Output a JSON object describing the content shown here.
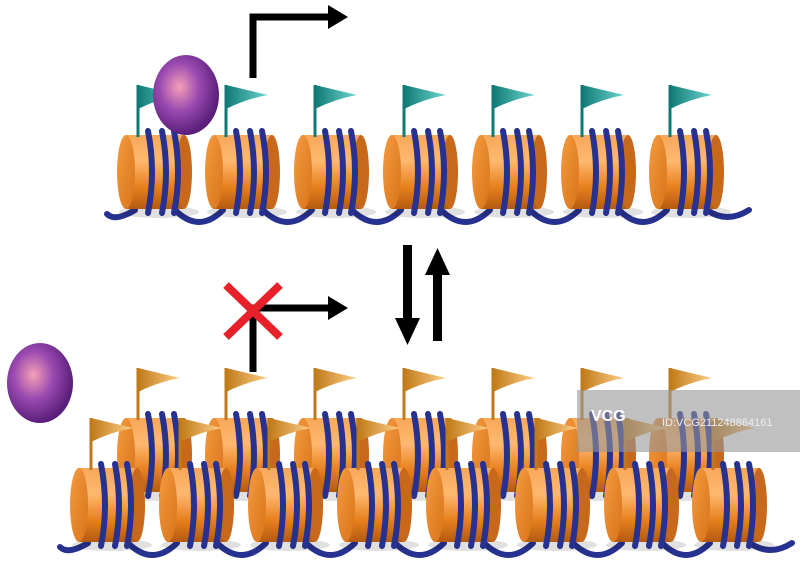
{
  "title": "Nucleosome chromatin states: open (active promoter) vs compacted (blocked promoter)",
  "colors": {
    "histone": "#f08a24",
    "dna": "#27318f",
    "active_flag": "#1fa39a",
    "repressive_flag": "#e5a23a",
    "factor": "#8a3fa0",
    "arrow": "#000000",
    "block_x": "#e8202a"
  },
  "states": {
    "active": {
      "nucleosome_count": 7,
      "flag_type": "active",
      "promoter_arrow": "transcription-on"
    },
    "repressed": {
      "nucleosome_count": 15,
      "flag_type": "repressive",
      "promoter_arrow": "transcription-blocked"
    }
  },
  "watermark": {
    "logo": "VCG",
    "id": "ID:VCG211248864161"
  }
}
